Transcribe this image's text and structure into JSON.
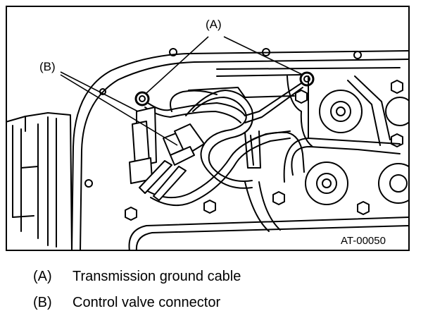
{
  "figure": {
    "callouts": {
      "a": "(A)",
      "b": "(B)"
    },
    "figure_id": "AT-00050"
  },
  "legend": [
    {
      "key": "(A)",
      "text": "Transmission ground cable"
    },
    {
      "key": "(B)",
      "text": "Control valve connector"
    }
  ]
}
